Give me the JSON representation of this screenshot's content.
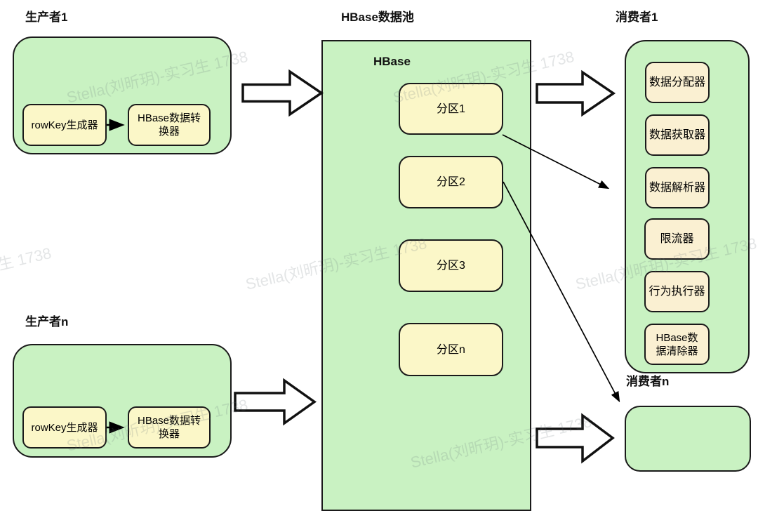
{
  "watermark": {
    "text": "Stella(刘昕玥)-实习生 1738"
  },
  "producers": [
    {
      "label": "生产者1",
      "components": [
        "rowKey生成器",
        "HBase数据转换器"
      ]
    },
    {
      "label": "生产者n",
      "components": [
        "rowKey生成器",
        "HBase数据转换器"
      ]
    }
  ],
  "pool": {
    "title": "HBase数据池",
    "inner_label": "HBase",
    "partitions": [
      "分区1",
      "分区2",
      "分区3",
      "分区n"
    ]
  },
  "consumers": [
    {
      "label": "消费者1",
      "components": [
        "数据分配器",
        "数据获取器",
        "数据解析器",
        "限流器",
        "行为执行器",
        "HBase数据清除器"
      ]
    },
    {
      "label": "消费者n",
      "components": []
    }
  ],
  "colors": {
    "box_green": "#c9f2c2",
    "box_yellow": "#fbf7c8",
    "consumer_yellow": "#faf0d2",
    "border": "#1a1a1a",
    "watermark_gray": "#dfe3e5"
  }
}
